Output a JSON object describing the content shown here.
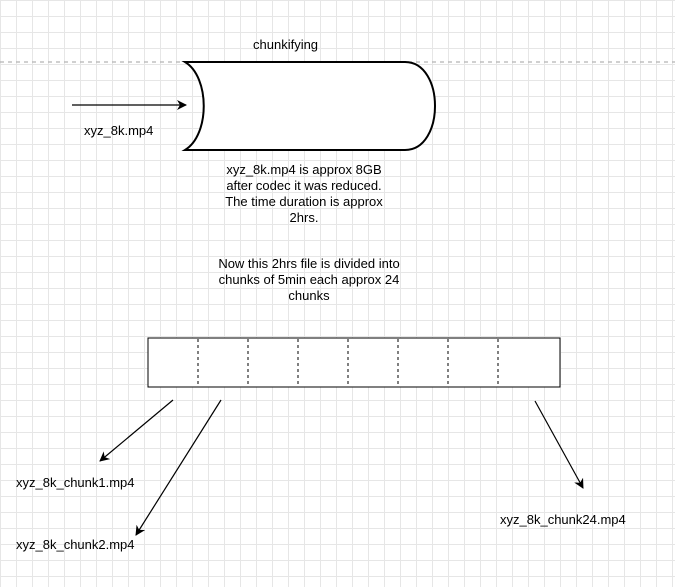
{
  "diagram": {
    "title": "chunkifying",
    "input_file": "xyz_8k.mp4",
    "description": "xyz_8k.mp4 is approx 8GB\nafter codec it was reduced.\nThe time duration is approx\n2hrs.",
    "chunk_note": "Now this 2hrs file is divided into\nchunks of 5min each approx 24\nchunks",
    "outputs": {
      "chunk1": "xyz_8k_chunk1.mp4",
      "chunk2": "xyz_8k_chunk2.mp4",
      "chunk24": "xyz_8k_chunk24.mp4"
    },
    "segment_count": 8
  },
  "colors": {
    "stroke": "#000000",
    "guide": "#b3b3b3",
    "grid": "#e6e6e6"
  }
}
